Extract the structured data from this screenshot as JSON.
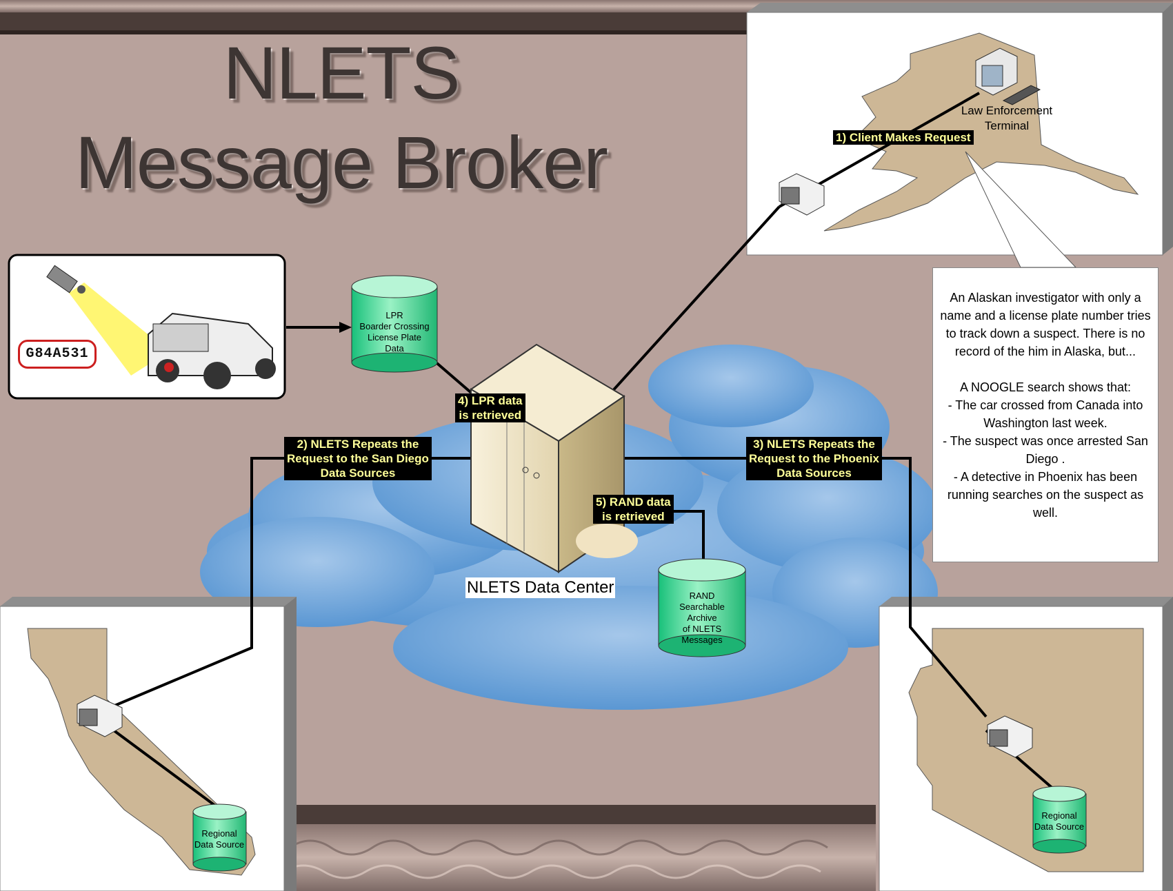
{
  "title_line1": "NLETS",
  "title_line2": "Message Broker",
  "step1": "1) Client Makes Request",
  "step2": [
    "2) NLETS Repeats the",
    "Request to the San Diego",
    "Data Sources"
  ],
  "step3": [
    "3) NLETS Repeats the",
    "Request to the Phoenix",
    "Data Sources"
  ],
  "step4": [
    "4) LPR data",
    "is retrieved"
  ],
  "step5": [
    "5) RAND data",
    "is retrieved"
  ],
  "terminal_label": [
    "Law Enforcement",
    "Terminal"
  ],
  "lpr_db": [
    "LPR",
    "Boarder Crossing",
    "License Plate",
    "Data"
  ],
  "rand_db": [
    "RAND",
    "Searchable",
    "Archive",
    "of NLETS",
    "Messages"
  ],
  "regional_db_left": [
    "Regional",
    "Data Source"
  ],
  "regional_db_right": [
    "Regional",
    "Data Source"
  ],
  "data_center_label": "NLETS Data Center",
  "license_plate": "G84A531",
  "note": {
    "para1": "An Alaskan investigator with only a name and a license plate number tries to track down a suspect. There is no record of the him in Alaska, but...",
    "lines": [
      "A NOOGLE search shows that:",
      "- The car crossed from Canada into Washington last week.",
      "- The suspect was once arrested San Diego .",
      "- A detective in Phoenix has been running searches on the suspect as well."
    ]
  }
}
